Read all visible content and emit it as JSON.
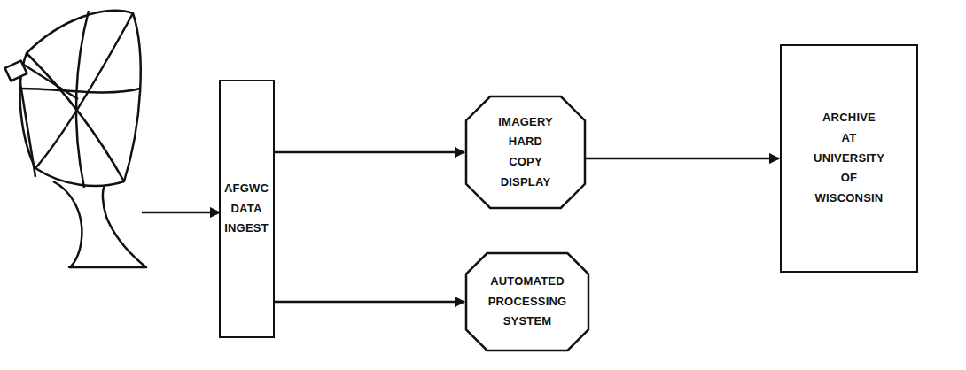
{
  "diagram": {
    "nodes": [
      {
        "text": [
          "AFGWC DATA INGEST"
        ]
      },
      {
        "text": [
          "IMAGERY HARD COPY DISPLAY"
        ]
      },
      {
        "text": [
          "ARCHIVE AT UNIVERSITY OF WISCONSIN"
        ]
      },
      {
        "text": [
          "AUTOMATED PROCESSING SYSTEM"
        ]
      }
    ],
    "edges": [
      {
        "from": 0,
        "to": 1,
        "arrow": "to"
      },
      {
        "from": 1,
        "to": 2,
        "arrow": "to"
      },
      {
        "from": 0,
        "to": 3,
        "arrow": "to"
      }
    ]
  }
}
